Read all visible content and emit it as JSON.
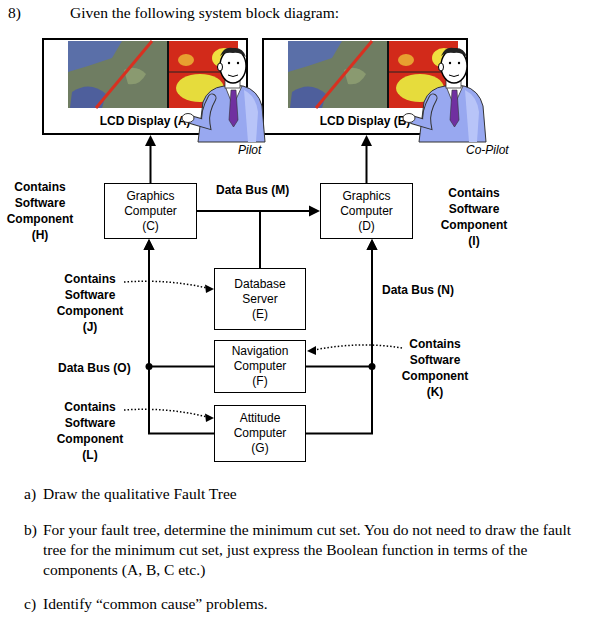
{
  "diagram": {
    "title": "Given the following system block diagram:",
    "nodes": [
      {
        "text": [
          "LCD Display (A)"
        ]
      },
      {
        "text": [
          "LCD Display (B)"
        ]
      },
      {
        "text": [
          "Graphics Computer (C)"
        ]
      },
      {
        "text": [
          "Graphics Computer (D)"
        ]
      },
      {
        "text": [
          "Database Server (E)"
        ]
      },
      {
        "text": [
          "Navigation Computer (F)"
        ]
      },
      {
        "text": [
          "Attitude Computer (G)"
        ]
      }
    ],
    "edges": [
      {
        "from": 2,
        "to": 0,
        "arrow": "to"
      },
      {
        "from": 3,
        "to": 1,
        "arrow": "to"
      },
      {
        "from": 2,
        "to": 3,
        "arrow": "to",
        "label": "Data Bus (M)"
      },
      {
        "from": 2,
        "to": 4,
        "arrow": "none"
      },
      {
        "from": 5,
        "to": 2,
        "arrow": "to",
        "label": "Data Bus (O)"
      },
      {
        "from": 6,
        "to": 2,
        "arrow": "to"
      },
      {
        "from": 5,
        "to": 3,
        "arrow": "to",
        "label": "Data Bus (N)"
      },
      {
        "from": 6,
        "to": 3,
        "arrow": "to"
      }
    ],
    "labels": [
      "8)",
      "Pilot",
      "Co-Pilot",
      "Contains Software Component (H)",
      "Contains Software Component (I)",
      "Contains Software Component (J)",
      "Contains Software Component (K)",
      "Contains Software Component (L)",
      "a)",
      "Draw the qualitative Fault Tree",
      "b)",
      "For your fault tree, determine the minimum cut set. You do not need to draw the fault tree for the minimum cut set, just express the Boolean function in terms of the components (A, B, C etc.)",
      "c)",
      "Identify “common cause” problems."
    ]
  }
}
